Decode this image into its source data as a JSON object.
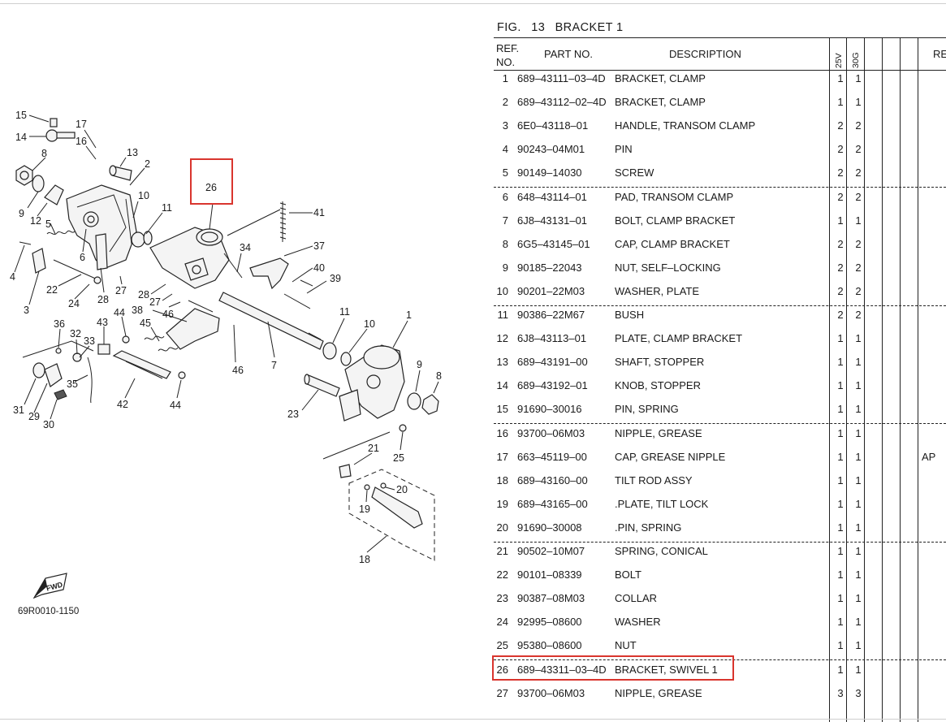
{
  "figure": {
    "fig_label": "FIG.",
    "fig_number": "13",
    "fig_name": "BRACKET 1",
    "diagram_code": "69R0010-1150",
    "fwd_label": "FWD"
  },
  "table": {
    "header": {
      "ref_line1": "REF.",
      "ref_line2": "NO.",
      "part_no": "PART NO.",
      "description": "DESCRIPTION",
      "model_a": "25V",
      "model_b": "30G",
      "remarks_partial": "RE"
    },
    "rows": [
      {
        "ref": "1",
        "part": "689–43111–03–4D",
        "desc": "BRACKET, CLAMP",
        "qa": "1",
        "qb": "1",
        "remark": ""
      },
      {
        "ref": "2",
        "part": "689–43112–02–4D",
        "desc": "BRACKET, CLAMP",
        "qa": "1",
        "qb": "1",
        "remark": ""
      },
      {
        "ref": "3",
        "part": "6E0–43118–01",
        "desc": "HANDLE, TRANSOM CLAMP",
        "qa": "2",
        "qb": "2",
        "remark": ""
      },
      {
        "ref": "4",
        "part": "90243–04M01",
        "desc": "PIN",
        "qa": "2",
        "qb": "2",
        "remark": ""
      },
      {
        "ref": "5",
        "part": "90149–14030",
        "desc": "SCREW",
        "qa": "2",
        "qb": "2",
        "remark": ""
      },
      {
        "ref": "6",
        "part": "648–43114–01",
        "desc": "PAD, TRANSOM CLAMP",
        "qa": "2",
        "qb": "2",
        "remark": ""
      },
      {
        "ref": "7",
        "part": "6J8–43131–01",
        "desc": "BOLT, CLAMP BRACKET",
        "qa": "1",
        "qb": "1",
        "remark": ""
      },
      {
        "ref": "8",
        "part": "6G5–43145–01",
        "desc": "CAP, CLAMP BRACKET",
        "qa": "2",
        "qb": "2",
        "remark": ""
      },
      {
        "ref": "9",
        "part": "90185–22043",
        "desc": "NUT, SELF–LOCKING",
        "qa": "2",
        "qb": "2",
        "remark": ""
      },
      {
        "ref": "10",
        "part": "90201–22M03",
        "desc": "WASHER, PLATE",
        "qa": "2",
        "qb": "2",
        "remark": ""
      },
      {
        "ref": "11",
        "part": "90386–22M67",
        "desc": "BUSH",
        "qa": "2",
        "qb": "2",
        "remark": ""
      },
      {
        "ref": "12",
        "part": "6J8–43113–01",
        "desc": "PLATE, CLAMP BRACKET",
        "qa": "1",
        "qb": "1",
        "remark": ""
      },
      {
        "ref": "13",
        "part": "689–43191–00",
        "desc": "SHAFT, STOPPER",
        "qa": "1",
        "qb": "1",
        "remark": ""
      },
      {
        "ref": "14",
        "part": "689–43192–01",
        "desc": "KNOB, STOPPER",
        "qa": "1",
        "qb": "1",
        "remark": ""
      },
      {
        "ref": "15",
        "part": "91690–30016",
        "desc": "PIN, SPRING",
        "qa": "1",
        "qb": "1",
        "remark": ""
      },
      {
        "ref": "16",
        "part": "93700–06M03",
        "desc": "NIPPLE, GREASE",
        "qa": "1",
        "qb": "1",
        "remark": ""
      },
      {
        "ref": "17",
        "part": "663–45119–00",
        "desc": "CAP, GREASE NIPPLE",
        "qa": "1",
        "qb": "1",
        "remark": "AP"
      },
      {
        "ref": "18",
        "part": "689–43160–00",
        "desc": "TILT ROD ASSY",
        "qa": "1",
        "qb": "1",
        "remark": ""
      },
      {
        "ref": "19",
        "part": "689–43165–00",
        "desc": ".PLATE, TILT LOCK",
        "qa": "1",
        "qb": "1",
        "remark": ""
      },
      {
        "ref": "20",
        "part": "91690–30008",
        "desc": ".PIN, SPRING",
        "qa": "1",
        "qb": "1",
        "remark": ""
      },
      {
        "ref": "21",
        "part": "90502–10M07",
        "desc": "SPRING, CONICAL",
        "qa": "1",
        "qb": "1",
        "remark": ""
      },
      {
        "ref": "22",
        "part": "90101–08339",
        "desc": "BOLT",
        "qa": "1",
        "qb": "1",
        "remark": ""
      },
      {
        "ref": "23",
        "part": "90387–08M03",
        "desc": "COLLAR",
        "qa": "1",
        "qb": "1",
        "remark": ""
      },
      {
        "ref": "24",
        "part": "92995–08600",
        "desc": "WASHER",
        "qa": "1",
        "qb": "1",
        "remark": ""
      },
      {
        "ref": "25",
        "part": "95380–08600",
        "desc": "NUT",
        "qa": "1",
        "qb": "1",
        "remark": ""
      },
      {
        "ref": "26",
        "part": "689–43311–03–4D",
        "desc": "BRACKET, SWIVEL 1",
        "qa": "1",
        "qb": "1",
        "remark": ""
      },
      {
        "ref": "27",
        "part": "93700–06M03",
        "desc": "NIPPLE, GREASE",
        "qa": "3",
        "qb": "3",
        "remark": ""
      }
    ],
    "highlighted_ref": "26"
  },
  "callouts": [
    "15",
    "14",
    "8",
    "9",
    "12",
    "5",
    "4",
    "3",
    "6",
    "22",
    "24",
    "28",
    "27",
    "17",
    "16",
    "13",
    "2",
    "10",
    "11",
    "26",
    "41",
    "34",
    "37",
    "40",
    "39",
    "28",
    "27",
    "46",
    "38",
    "45",
    "44",
    "43",
    "36",
    "32",
    "33",
    "35",
    "31",
    "29",
    "30",
    "42",
    "44",
    "46",
    "7",
    "11",
    "10",
    "1",
    "9",
    "8",
    "23",
    "21",
    "25",
    "20",
    "19",
    "18"
  ],
  "colors": {
    "highlight": "#d9352e",
    "ink": "#1a1a1a"
  }
}
